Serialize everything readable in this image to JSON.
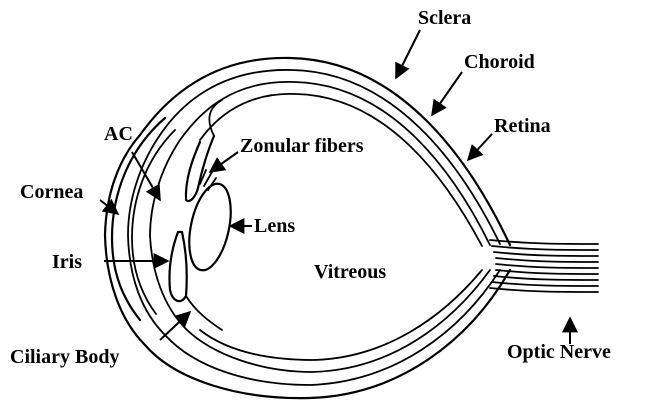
{
  "labels": {
    "sclera": "Sclera",
    "choroid": "Choroid",
    "retina": "Retina",
    "ac": "AC",
    "zonular": "Zonular fibers",
    "cornea": "Cornea",
    "lens": "Lens",
    "iris": "Iris",
    "vitreous": "Vitreous",
    "ciliary": "Ciliary Body",
    "optic": "Optic Nerve"
  },
  "colors": {
    "ink": "#000000",
    "background": "#ffffff"
  }
}
